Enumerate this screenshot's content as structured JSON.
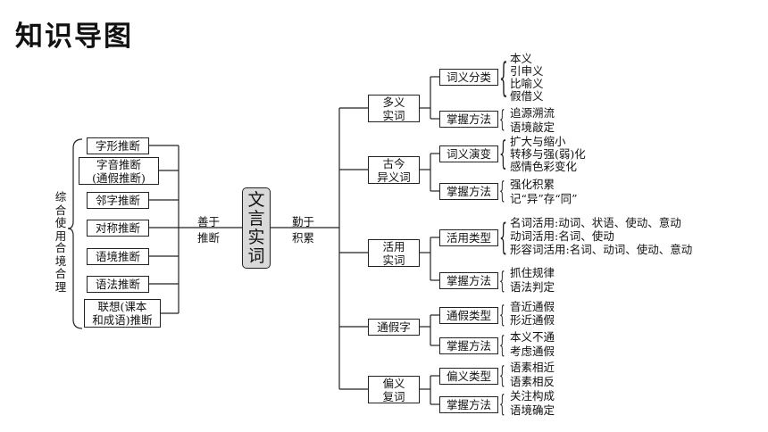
{
  "title": "知识导图",
  "center": "文言实词",
  "left_label_1": "综合使用",
  "left_label_2": "合境合理",
  "left_connector": "善于\n推断",
  "right_connector": "勤于\n积累",
  "methods": [
    "字形推断",
    "字音推断\n(通假推断)",
    "邻字推断",
    "对称推断",
    "语境推断",
    "语法推断",
    "联想(课本\n和成语)推断"
  ],
  "categories": [
    {
      "name": "多义\n实词",
      "subs": [
        {
          "label": "词义分类",
          "items": [
            "本义",
            "引申义",
            "比喻义",
            "假借义"
          ]
        },
        {
          "label": "掌握方法",
          "items": [
            "追源溯流",
            "语境敲定"
          ]
        }
      ]
    },
    {
      "name": "古今\n异义词",
      "subs": [
        {
          "label": "词义演变",
          "items": [
            "扩大与缩小",
            "转移与强(弱)化",
            "感情色彩变化"
          ]
        },
        {
          "label": "掌握方法",
          "items": [
            "强化积累",
            "记“异”存“同”"
          ]
        }
      ]
    },
    {
      "name": "活用\n实词",
      "subs": [
        {
          "label": "活用类型",
          "items": [
            "名词活用:动词、状语、使动、意动",
            "动词活用:名词、使动",
            "形容词活用:名词、动词、使动、意动"
          ]
        },
        {
          "label": "掌握方法",
          "items": [
            "抓住规律",
            "语法判定"
          ]
        }
      ]
    },
    {
      "name": "通假字",
      "subs": [
        {
          "label": "通假类型",
          "items": [
            "音近通假",
            "形近通假"
          ]
        },
        {
          "label": "掌握方法",
          "items": [
            "本义不通",
            "考虑通假"
          ]
        }
      ]
    },
    {
      "name": "偏义\n复词",
      "subs": [
        {
          "label": "偏义类型",
          "items": [
            "语素相近",
            "语素相反"
          ]
        },
        {
          "label": "掌握方法",
          "items": [
            "关注构成",
            "语境确定"
          ]
        }
      ]
    }
  ]
}
